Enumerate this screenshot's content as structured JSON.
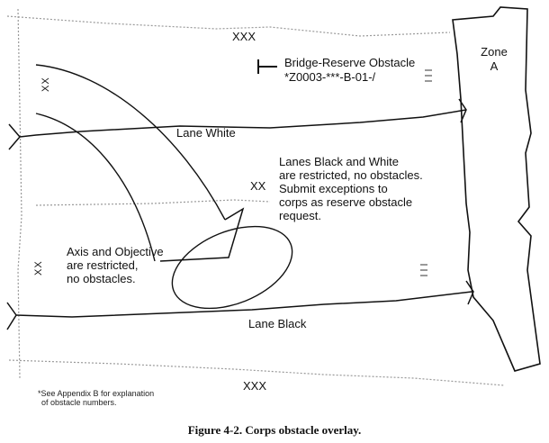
{
  "diagram": {
    "boundary_top": "XXX",
    "boundary_bottom": "XXX",
    "boundary_left_top": "XX",
    "boundary_left_bottom": "XX",
    "boundary_center": "XX",
    "bridge_obstacle_title": "Bridge-Reserve Obstacle",
    "bridge_obstacle_number": "*Z0003-***-B-01-/",
    "zone_label": "Zone",
    "zone_id": "A",
    "lane_white": "Lane White",
    "lane_black": "Lane Black",
    "lanes_note": [
      "Lanes Black and White",
      "are restricted, no obstacles.",
      "Submit exceptions to",
      "corps as reserve obstacle",
      "request."
    ],
    "axis_note": [
      "Axis and Objective",
      "are restricted,",
      "no obstacles."
    ],
    "footnote": [
      "*See Appendix B for explanation",
      "of obstacle numbers."
    ]
  },
  "caption": "Figure 4-2.  Corps obstacle overlay."
}
